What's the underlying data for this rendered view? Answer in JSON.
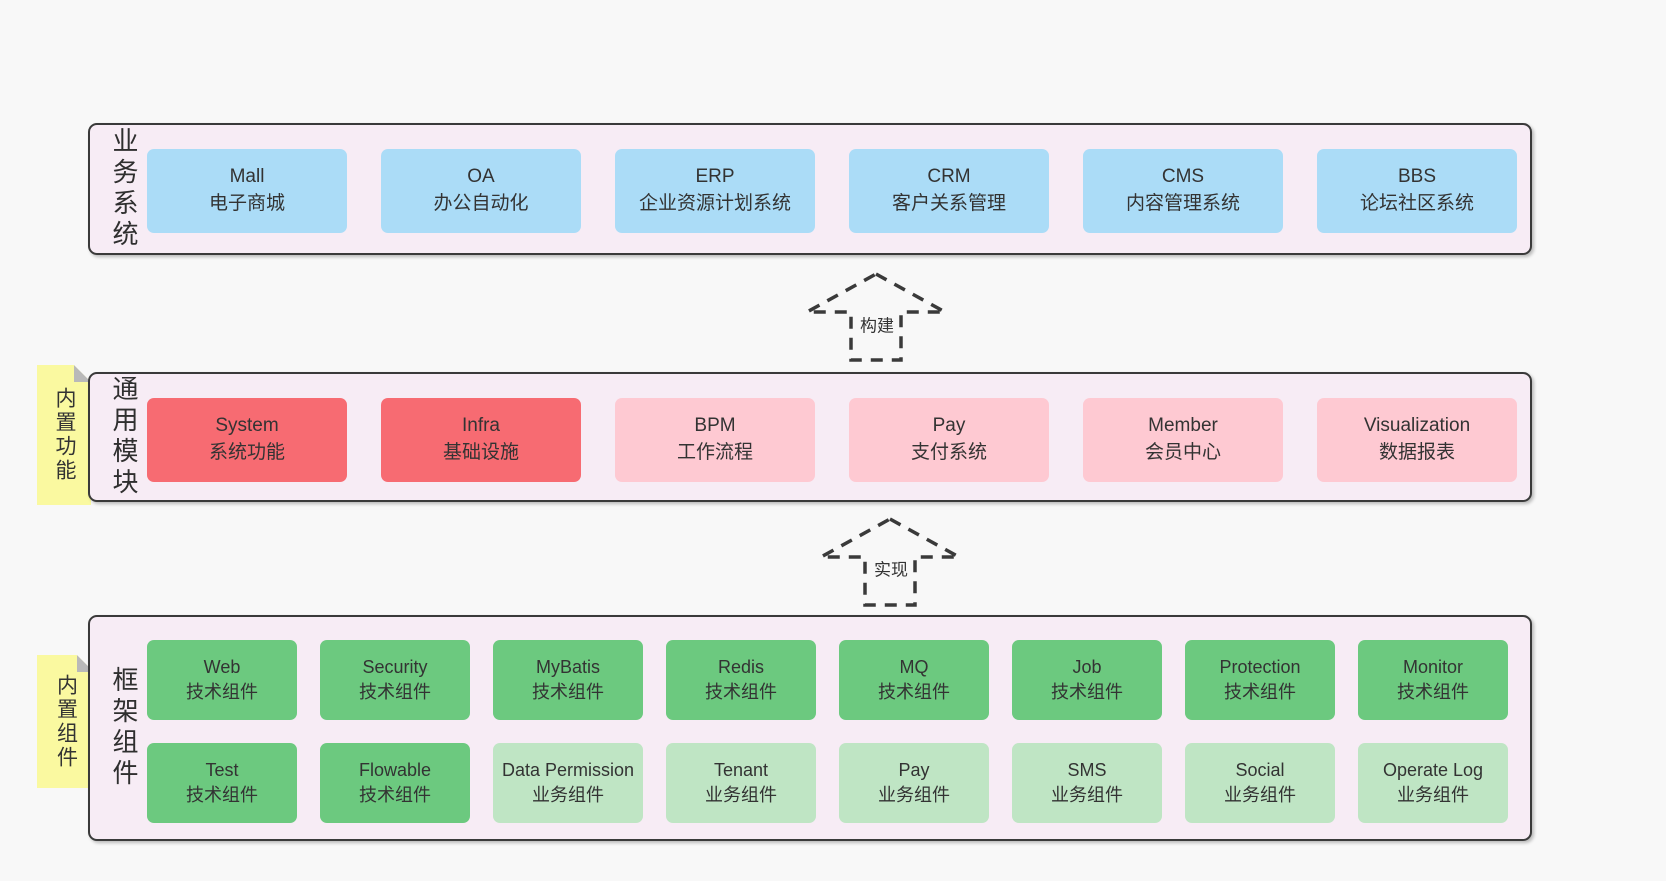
{
  "colors": {
    "page_bg": "#f8f8f8",
    "container_bg": "#f7ecf5",
    "container_border": "#3a3a3a",
    "blue_box": "#abdcf7",
    "red_box": "#f76b72",
    "pink_box": "#fec9d2",
    "green_box": "#6cc97f",
    "light_green_box": "#bfe5c4",
    "note_yellow": "#faf9a0",
    "note_fold_gray": "#b9b9b9",
    "text": "#333333"
  },
  "layers": [
    {
      "id": "business-systems",
      "label": "业务系统",
      "boxes": [
        {
          "name": "Mall",
          "desc": "电子商城",
          "variant": "blue"
        },
        {
          "name": "OA",
          "desc": "办公自动化",
          "variant": "blue"
        },
        {
          "name": "ERP",
          "desc": "企业资源计划系统",
          "variant": "blue"
        },
        {
          "name": "CRM",
          "desc": "客户关系管理",
          "variant": "blue"
        },
        {
          "name": "CMS",
          "desc": "内容管理系统",
          "variant": "blue"
        },
        {
          "name": "BBS",
          "desc": "论坛社区系统",
          "variant": "blue"
        }
      ]
    },
    {
      "id": "common-modules",
      "label": "通用模块",
      "note": "内置功能",
      "boxes": [
        {
          "name": "System",
          "desc": "系统功能",
          "variant": "red"
        },
        {
          "name": "Infra",
          "desc": "基础设施",
          "variant": "red"
        },
        {
          "name": "BPM",
          "desc": "工作流程",
          "variant": "pink"
        },
        {
          "name": "Pay",
          "desc": "支付系统",
          "variant": "pink"
        },
        {
          "name": "Member",
          "desc": "会员中心",
          "variant": "pink"
        },
        {
          "name": "Visualization",
          "desc": "数据报表",
          "variant": "pink"
        }
      ]
    },
    {
      "id": "framework-components",
      "label": "框架组件",
      "note": "内置组件",
      "rows": [
        [
          {
            "name": "Web",
            "desc": "技术组件",
            "variant": "green"
          },
          {
            "name": "Security",
            "desc": "技术组件",
            "variant": "green"
          },
          {
            "name": "MyBatis",
            "desc": "技术组件",
            "variant": "green"
          },
          {
            "name": "Redis",
            "desc": "技术组件",
            "variant": "green"
          },
          {
            "name": "MQ",
            "desc": "技术组件",
            "variant": "green"
          },
          {
            "name": "Job",
            "desc": "技术组件",
            "variant": "green"
          },
          {
            "name": "Protection",
            "desc": "技术组件",
            "variant": "green"
          },
          {
            "name": "Monitor",
            "desc": "技术组件",
            "variant": "green"
          }
        ],
        [
          {
            "name": "Test",
            "desc": "技术组件",
            "variant": "green"
          },
          {
            "name": "Flowable",
            "desc": "技术组件",
            "variant": "green"
          },
          {
            "name": "Data Permission",
            "desc": "业务组件",
            "variant": "lightgreen"
          },
          {
            "name": "Tenant",
            "desc": "业务组件",
            "variant": "lightgreen"
          },
          {
            "name": "Pay",
            "desc": "业务组件",
            "variant": "lightgreen"
          },
          {
            "name": "SMS",
            "desc": "业务组件",
            "variant": "lightgreen"
          },
          {
            "name": "Social",
            "desc": "业务组件",
            "variant": "lightgreen"
          },
          {
            "name": "Operate Log",
            "desc": "业务组件",
            "variant": "lightgreen"
          }
        ]
      ]
    }
  ],
  "arrows": [
    {
      "label": "构建"
    },
    {
      "label": "实现"
    }
  ]
}
